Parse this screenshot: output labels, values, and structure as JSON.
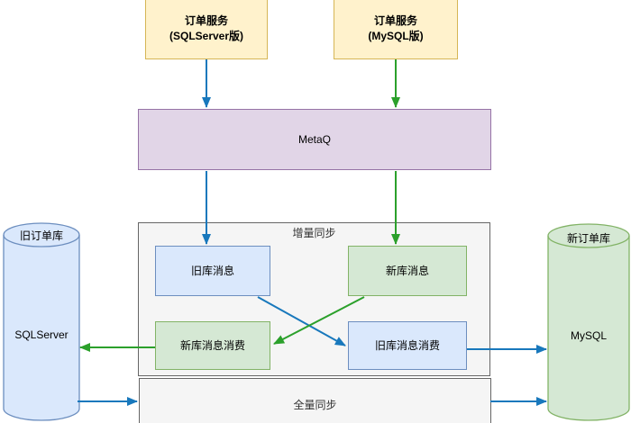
{
  "diagram": {
    "nodes": {
      "svc_sqlserver": {
        "line1": "订单服务",
        "line2": "(SQLServer版)"
      },
      "svc_mysql": {
        "line1": "订单服务",
        "line2": "(MySQL版)"
      },
      "metaq": {
        "label": "MetaQ"
      },
      "incremental_sync": {
        "title": "增量同步"
      },
      "full_sync": {
        "title": "全量同步"
      },
      "old_msg": {
        "label": "旧库消息"
      },
      "new_msg": {
        "label": "新库消息"
      },
      "new_consume": {
        "label": "新库消息消费"
      },
      "old_consume": {
        "label": "旧库消息消费"
      },
      "old_db": {
        "title": "旧订单库",
        "engine": "SQLServer"
      },
      "new_db": {
        "title": "新订单库",
        "engine": "MySQL"
      }
    },
    "colors": {
      "service_fill": "#fff2cc",
      "service_border": "#d6b656",
      "queue_fill": "#e1d5e7",
      "queue_border": "#9673a6",
      "blue_fill": "#dae8fc",
      "blue_border": "#6c8ebf",
      "green_fill": "#d5e8d4",
      "green_border": "#82b366",
      "container_fill": "#f5f5f5",
      "container_border": "#666666",
      "arrow_blue": "#1878bc",
      "arrow_green": "#2ba02b"
    }
  }
}
